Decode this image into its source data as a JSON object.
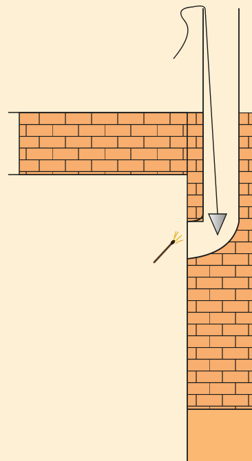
{
  "colors": {
    "background": "#fdf0d5",
    "brick": "#f7ae6e",
    "footing": "#fbb873",
    "mortar": "#1a1a1a",
    "flame": "#e3b22a",
    "stick": "#7a5230",
    "plumb_bob_top": "#f2f2f2",
    "plumb_bob_bottom": "#8f8f8f"
  },
  "elements": {
    "wall": "brick-wall",
    "slab": "brick-slab",
    "flue": "chimney-flue",
    "plumb_line": "plumb-line",
    "plumb_bob": "plumb-bob-icon",
    "match": "burning-match-icon"
  }
}
